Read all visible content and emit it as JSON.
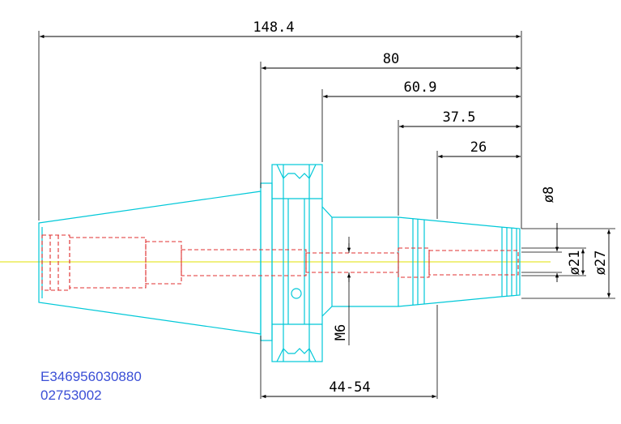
{
  "dimensions": {
    "overall_length": "148.4",
    "length_80": "80",
    "length_60_9": "60.9",
    "length_37_5": "37.5",
    "length_26": "26",
    "range_44_54": "44-54",
    "dia_8": "ø8",
    "dia_21": "ø21",
    "dia_27": "ø27",
    "thread": "M6"
  },
  "part_codes": {
    "line1": "E346956030880",
    "line2": "02753002"
  },
  "colors": {
    "outline": "#00c8d8",
    "hidden": "#e03030",
    "centerline": "#e0e000",
    "dimension": "#000000",
    "code_text": "#3b4fd6"
  }
}
